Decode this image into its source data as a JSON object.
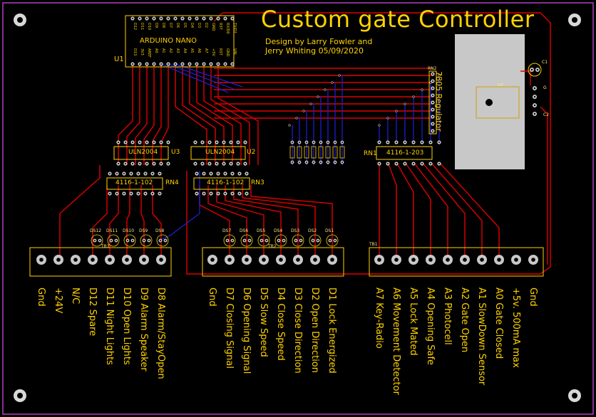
{
  "header": {
    "title": "Custom gate Controller",
    "credit_line1": "Design by Larry Fowler and",
    "credit_line2": "Jerry Whiting 05/09/2020"
  },
  "arduino": {
    "ref": "U1",
    "name": "ARDUINO NANO",
    "top_pins": [
      "D12",
      "D11",
      "D10",
      "D9",
      "D8",
      "D7",
      "D6",
      "D5",
      "D4",
      "D3",
      "D2",
      "GND",
      "RST",
      "RX/D0",
      "TX/D1"
    ],
    "bottom_pins": [
      "D13",
      "3V3",
      "AREF",
      "A0",
      "A1",
      "A2",
      "A3",
      "A4",
      "A5",
      "A6",
      "A7",
      "+5V",
      "RST",
      "GND",
      "VIN"
    ]
  },
  "chips": {
    "u3": {
      "name": "ULN2004",
      "ref": "U3"
    },
    "u2": {
      "name": "ULN2004",
      "ref": "U2"
    },
    "rn4": {
      "name": "4116-1-102",
      "ref": "RN4"
    },
    "rn3": {
      "name": "4116-1-102",
      "ref": "RN3"
    },
    "rn1": {
      "name": "4116-1-203",
      "ref": "RN1"
    },
    "rn2": {
      "ref": "RN2"
    },
    "regulator": {
      "name": "7805 Regulator",
      "ref": "U4"
    },
    "c1": {
      "ref": "C1"
    },
    "c2": {
      "ref": "C2"
    },
    "g": {
      "ref": "G"
    }
  },
  "leds": {
    "left": [
      "DS12",
      "DS11",
      "DS10",
      "DS9",
      "DS8"
    ],
    "mid": [
      "DS7",
      "DS6",
      "DS5",
      "DS4",
      "DS3",
      "DS2",
      "DS1"
    ]
  },
  "terminal_blocks": {
    "tb3": {
      "ref": "TB3",
      "labels": [
        "Gnd",
        "+24V",
        "N/C",
        "D12 Spare",
        "D11 Night Lights",
        "D10 Open Lights",
        "D9 Alarm Speaker",
        "D8 Alarm/StayOpen"
      ]
    },
    "tb2": {
      "ref": "TB2",
      "labels": [
        "Gnd",
        "D7 Closing Signal",
        "D6 Opening Signal",
        "D5 Slow Speed",
        "D4 Close Speed",
        "D3 Close Direction",
        "D2 Open Direction",
        "D1 Lock Energized"
      ]
    },
    "tb1": {
      "ref": "TB1",
      "labels": [
        "A7 Key-Radio",
        "A6 Movement Detector",
        "A5 Lock Mated",
        "A4 Opening Safe",
        "A3 Photocell",
        "A2 Gate Open",
        "A1 SlowDown Sensor",
        "A0 Gate Closed",
        "+5v. 500mA max",
        "Gnd"
      ]
    }
  },
  "colors": {
    "board_outline": "#b040c0",
    "copper_top": "#e00000",
    "copper_bottom": "#2020e0",
    "silkscreen": "#ffd200",
    "pad": "#c8c8c8"
  }
}
